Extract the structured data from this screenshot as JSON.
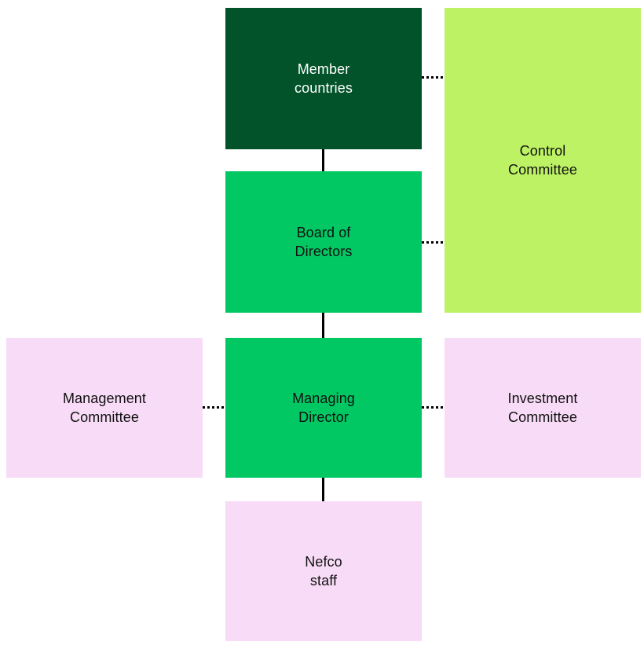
{
  "org_chart": {
    "type": "org-chart",
    "nodes": {
      "member_countries": {
        "lines": [
          "Member",
          "countries"
        ],
        "bg": "#02532a",
        "text_color": "#ffffff"
      },
      "control_committee": {
        "lines": [
          "Control",
          "Committee"
        ],
        "bg": "#bdf264",
        "text_color": "#111111"
      },
      "board_of_directors": {
        "lines": [
          "Board of",
          "Directors"
        ],
        "bg": "#01c863",
        "text_color": "#111111"
      },
      "management_committee": {
        "lines": [
          "Management",
          "Committee"
        ],
        "bg": "#f8dbf6",
        "text_color": "#111111"
      },
      "managing_director": {
        "lines": [
          "Managing",
          "Director"
        ],
        "bg": "#01c863",
        "text_color": "#111111"
      },
      "investment_committee": {
        "lines": [
          "Investment",
          "Committee"
        ],
        "bg": "#f8dbf6",
        "text_color": "#111111"
      },
      "nefco_staff": {
        "lines": [
          "Nefco",
          "staff"
        ],
        "bg": "#f8dbf6",
        "text_color": "#111111"
      }
    },
    "connections": [
      {
        "from": "member_countries",
        "to": "board_of_directors",
        "style": "solid",
        "orientation": "vertical"
      },
      {
        "from": "board_of_directors",
        "to": "managing_director",
        "style": "solid",
        "orientation": "vertical"
      },
      {
        "from": "managing_director",
        "to": "nefco_staff",
        "style": "solid",
        "orientation": "vertical"
      },
      {
        "from": "member_countries",
        "to": "control_committee",
        "style": "dotted",
        "orientation": "horizontal"
      },
      {
        "from": "board_of_directors",
        "to": "control_committee",
        "style": "dotted",
        "orientation": "horizontal"
      },
      {
        "from": "management_committee",
        "to": "managing_director",
        "style": "dotted",
        "orientation": "horizontal"
      },
      {
        "from": "managing_director",
        "to": "investment_committee",
        "style": "dotted",
        "orientation": "horizontal"
      }
    ],
    "connector_color": "#000000",
    "background_color": "#ffffff"
  }
}
